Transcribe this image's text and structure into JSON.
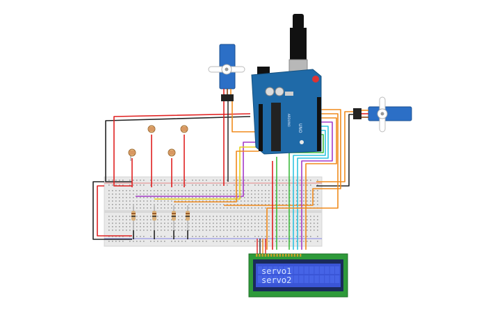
{
  "board": {
    "name": "UNO",
    "brand": "ARDUINO"
  },
  "lcd": {
    "line1": "servo1",
    "line2": "servo2"
  },
  "components": {
    "servos": [
      "servo-top",
      "servo-right"
    ],
    "photoresistors": [
      "ldr-1",
      "ldr-2",
      "ldr-3",
      "ldr-4"
    ],
    "resistors_count": 4
  },
  "colors": {
    "board": "#1f6aa8",
    "breadboard": "#ececec",
    "lcd_bezel": "#2e9a3a",
    "lcd_screen": "#3a55d6",
    "servo": "#2c6fc6",
    "wire_orange": "#f08a1c",
    "wire_red": "#e02020",
    "wire_black": "#222222",
    "wire_green": "#3dbb3d",
    "wire_purple": "#a43ac8",
    "wire_cyan": "#2ec4e0",
    "wire_yellow": "#e8d21c"
  }
}
